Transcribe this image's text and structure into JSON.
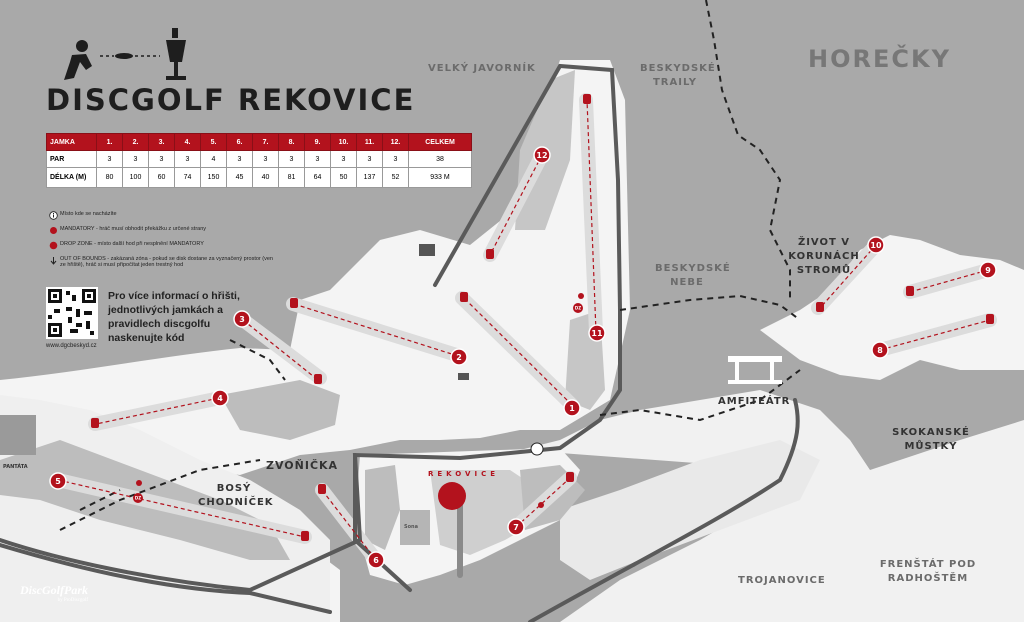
{
  "map": {
    "title": "DISCGOLF REKOVICE",
    "scorecard": {
      "header": [
        "JAMKA",
        "1.",
        "2.",
        "3.",
        "4.",
        "5.",
        "6.",
        "7.",
        "8.",
        "9.",
        "10.",
        "11.",
        "12.",
        "CELKEM"
      ],
      "par": [
        "PAR",
        "3",
        "3",
        "3",
        "3",
        "4",
        "3",
        "3",
        "3",
        "3",
        "3",
        "3",
        "3",
        "38"
      ],
      "length": [
        "DÉLKA (M)",
        "80",
        "100",
        "60",
        "74",
        "150",
        "45",
        "40",
        "81",
        "64",
        "50",
        "137",
        "52",
        "933 M"
      ]
    },
    "legend": [
      {
        "symbol": "info",
        "text": "Místo kde se nacházíte"
      },
      {
        "symbol": "mandatory",
        "text": "MANDATORY - hráč musí obhodit překážku z určené strany"
      },
      {
        "symbol": "dropzone",
        "text": "DROP ZONE - místo další hod při nesplnění MANDATORY"
      },
      {
        "symbol": "ob",
        "text": "OUT OF BOUNDS - zakázaná zóna - pokud se disk dostane za vyznačený prostor (ven ze hřiště), hráč si musí připočítat jeden trestný hod"
      }
    ],
    "info_text": "Pro více informací o hřišti, jednotlivých jamkách a pravidlech discgolfu naskenujte kód",
    "qr_url": "www.dgcbeskyd.cz",
    "places": {
      "velky_javornik": "VELKÝ JAVORNÍK",
      "beskydske_traily": "BESKYDSKÉ TRAILY",
      "horecky": "HOREČKY",
      "beskydske_nebe": "BESKYDSKÉ NEBE",
      "zivot_v_korunach": "ŽIVOT V KORUNÁCH STROMŮ",
      "amfiteatr": "AMFITEÁTR",
      "skokanske_mustky": "SKOKANSKÉ MŮSTKY",
      "zvonicka": "ZVOŇIČKA",
      "bosy_chodnicek": "BOSÝ CHODNÍČEK",
      "trojanovice": "TROJANOVICE",
      "frenstat": "FRENŠTÁT POD RADHOŠTĚM",
      "pantata": "PANTÁTA",
      "rekovice": "REKOVICE",
      "sona": "Sona"
    },
    "brand": {
      "name": "DiscGolfPark",
      "tagline": "by ProDiscgolf"
    },
    "holes": [
      {
        "number": "1"
      },
      {
        "number": "2"
      },
      {
        "number": "3"
      },
      {
        "number": "4"
      },
      {
        "number": "5"
      },
      {
        "number": "6"
      },
      {
        "number": "7"
      },
      {
        "number": "8"
      },
      {
        "number": "9"
      },
      {
        "number": "10"
      },
      {
        "number": "11"
      },
      {
        "number": "12"
      }
    ],
    "dropzone_label": "DZ",
    "colors": {
      "background": "#a9a9a9",
      "park": "#f4f4f4",
      "accent": "#b3121d",
      "road": "#5a5a5a"
    }
  }
}
